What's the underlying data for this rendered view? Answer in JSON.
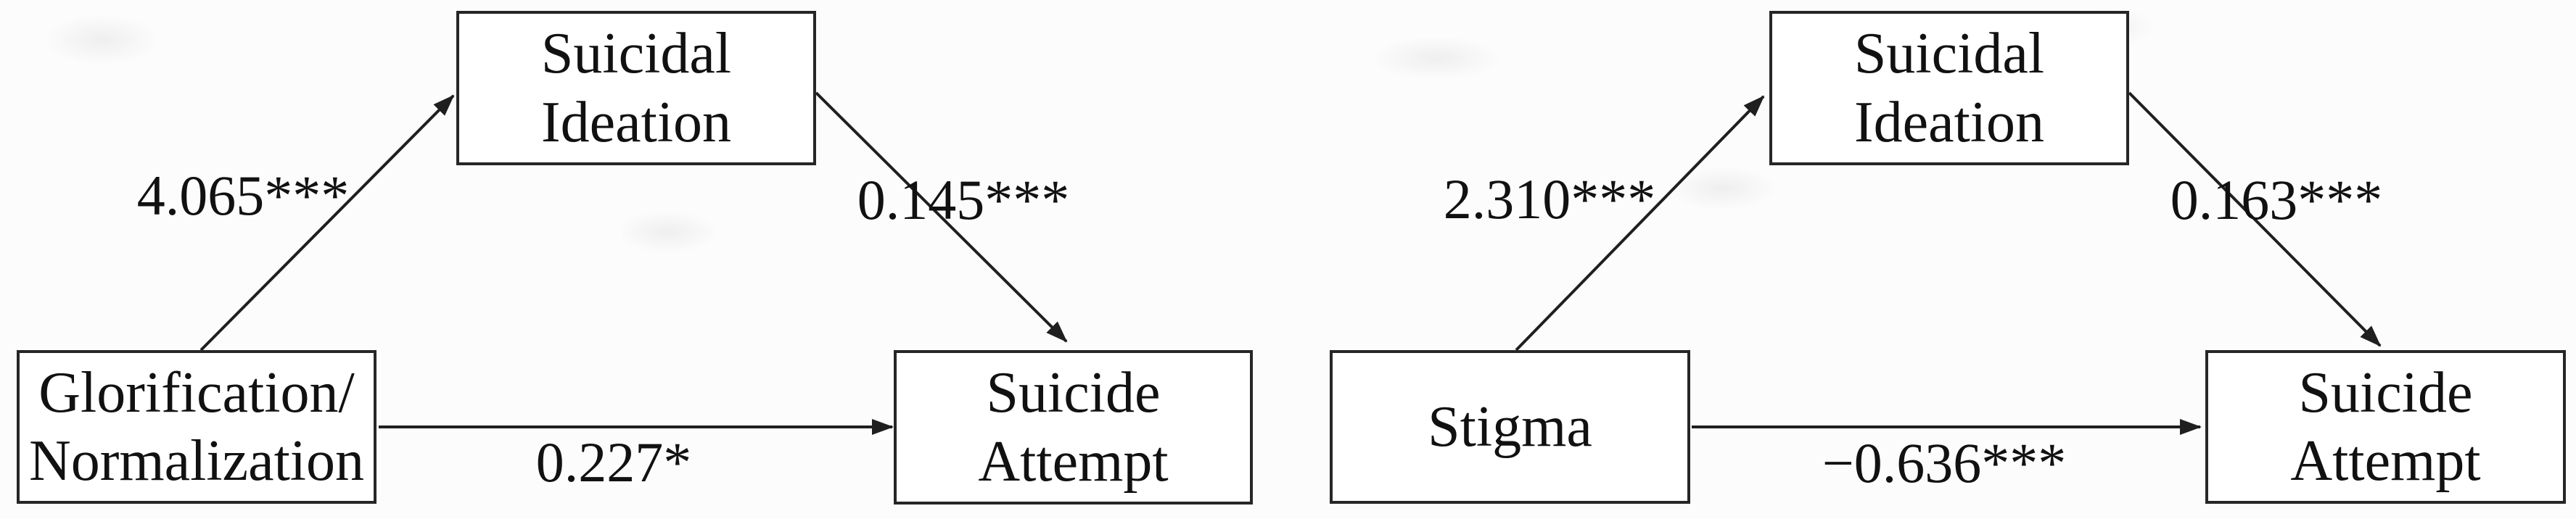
{
  "figure": {
    "type": "mediation-path-diagram",
    "colors": {
      "background": "#fcfcfc",
      "box_fill": "#ffffff",
      "line": "#1f1f1f",
      "text": "#111111"
    },
    "diagrams": [
      {
        "id": "glorification-model",
        "predictor": "Glorification/\nNormalization",
        "mediator": "Suicidal\nIdeation",
        "outcome": "Suicide\nAttempt",
        "paths": {
          "a": {
            "from": "predictor",
            "to": "mediator",
            "label": "4.065***"
          },
          "b": {
            "from": "mediator",
            "to": "outcome",
            "label": "0.145***"
          },
          "c": {
            "from": "predictor",
            "to": "outcome",
            "label": "0.227*"
          }
        }
      },
      {
        "id": "stigma-model",
        "predictor": "Stigma",
        "mediator": "Suicidal\nIdeation",
        "outcome": "Suicide\nAttempt",
        "paths": {
          "a": {
            "from": "predictor",
            "to": "mediator",
            "label": "2.310***"
          },
          "b": {
            "from": "mediator",
            "to": "outcome",
            "label": "0.163***"
          },
          "c": {
            "from": "predictor",
            "to": "outcome",
            "label": "−0.636***"
          }
        }
      }
    ]
  }
}
